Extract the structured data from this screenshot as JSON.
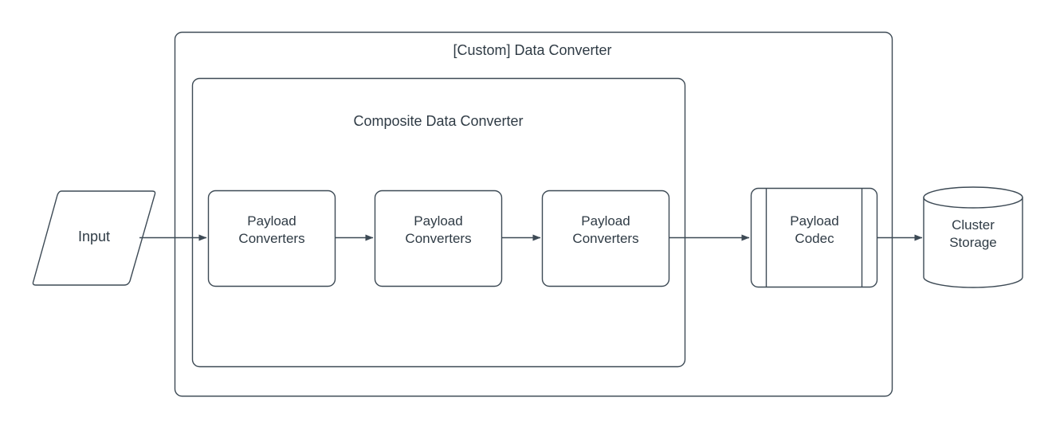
{
  "diagram": {
    "title": "[Custom] Data Converter",
    "background_color": "#ffffff",
    "stroke_color": "#3d4a55",
    "text_color": "#2F3B45",
    "fill_color": "#ffffff"
  },
  "outer_container": {
    "label": "[Custom] Data Converter",
    "shape": "rounded-rectangle"
  },
  "inner_container": {
    "label": "Composite Data Converter",
    "shape": "rounded-rectangle"
  },
  "nodes": {
    "input": {
      "label": "Input",
      "shape": "parallelogram"
    },
    "converter_1": {
      "label_line_1": "Payload",
      "label_line_2": "Converters",
      "shape": "rounded-rectangle"
    },
    "converter_2": {
      "label_line_1": "Payload",
      "label_line_2": "Converters",
      "shape": "rounded-rectangle"
    },
    "converter_3": {
      "label_line_1": "Payload",
      "label_line_2": "Converters",
      "shape": "rounded-rectangle"
    },
    "payload_codec": {
      "label_line_1": "Payload",
      "label_line_2": "Codec",
      "shape": "process"
    },
    "cluster_storage": {
      "label_line_1": "Cluster",
      "label_line_2": "Storage",
      "shape": "cylinder"
    }
  },
  "edges": [
    {
      "name": "input-to-converter-1",
      "from": "input",
      "to": "converter_1",
      "label": ""
    },
    {
      "name": "converter-1-to-converter-2",
      "from": "converter_1",
      "to": "converter_2",
      "label": ""
    },
    {
      "name": "converter-2-to-converter-3",
      "from": "converter_2",
      "to": "converter_3",
      "label": ""
    },
    {
      "name": "converter-3-to-payload-codec",
      "from": "converter_3",
      "to": "payload_codec",
      "label": ""
    },
    {
      "name": "payload-codec-to-cluster-storage",
      "from": "payload_codec",
      "to": "cluster_storage",
      "label": ""
    }
  ]
}
